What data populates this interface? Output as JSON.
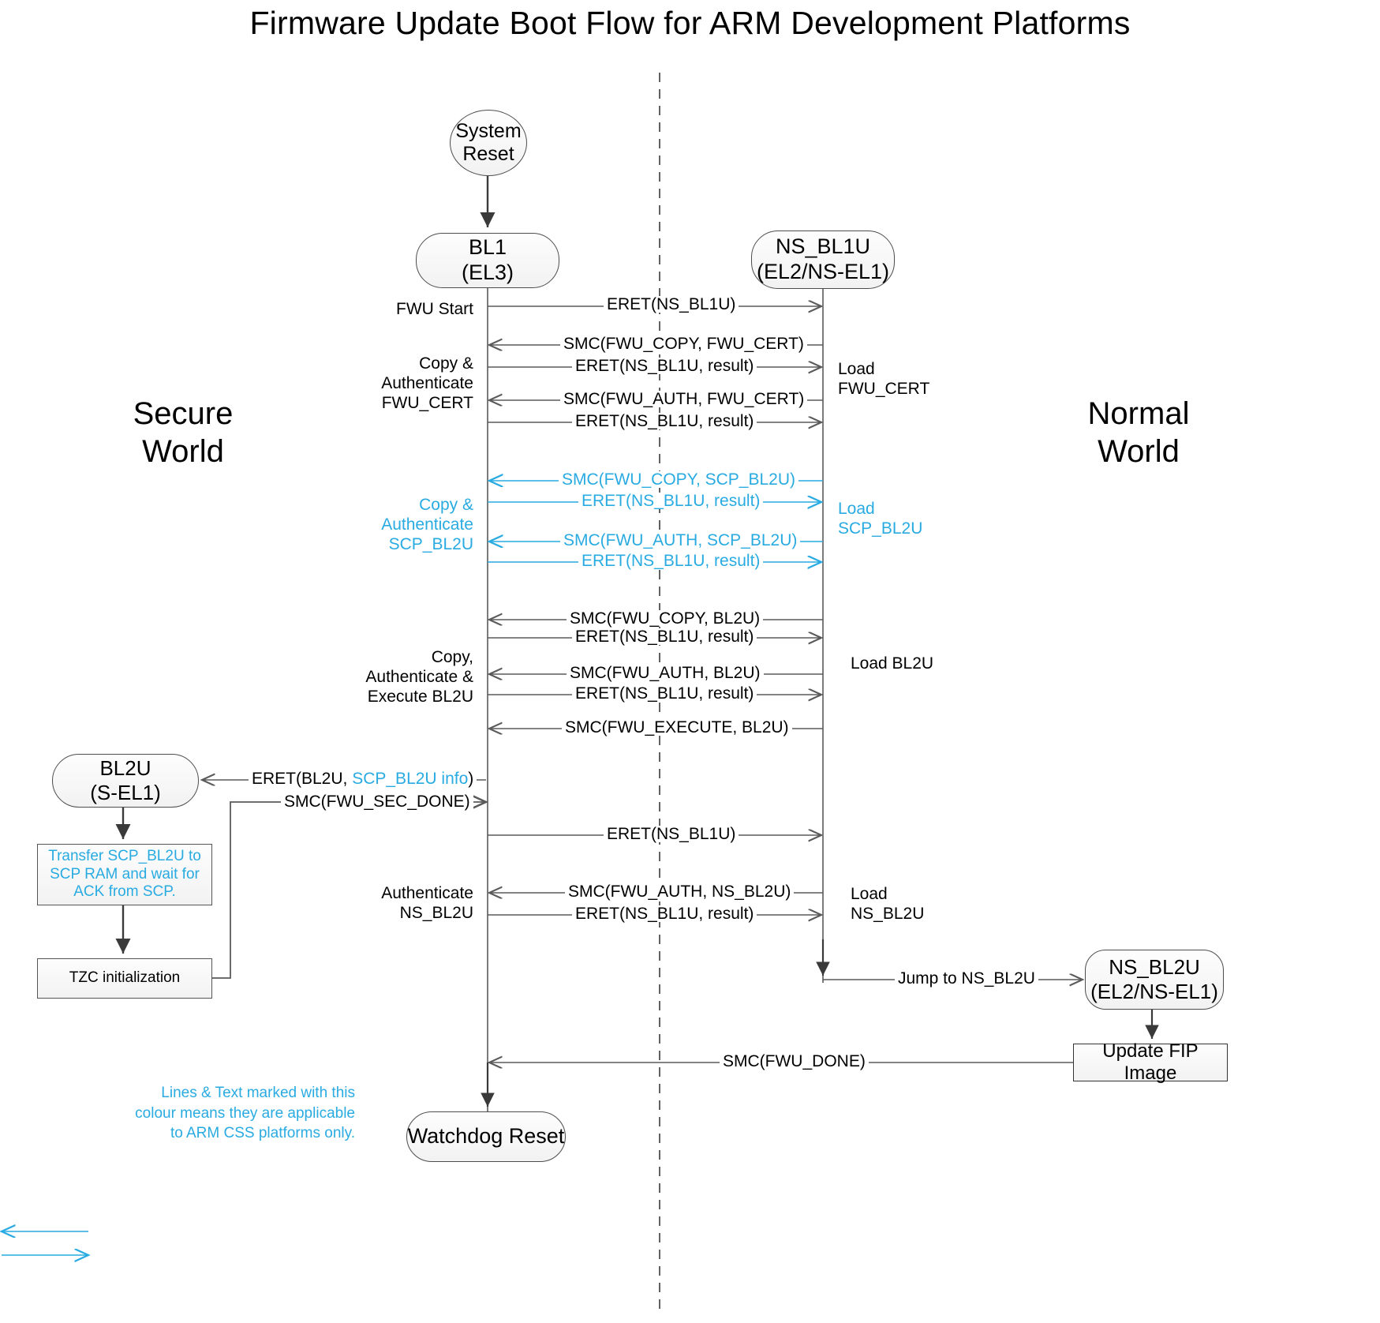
{
  "title": "Firmware Update Boot Flow for ARM Development Platforms",
  "accent_color": "#29ABE2",
  "line_color": "#5a5a5a",
  "worlds": {
    "secure": "Secure\nWorld",
    "normal": "Normal\nWorld"
  },
  "nodes": {
    "system_reset": "System\nReset",
    "bl1": "BL1\n(EL3)",
    "ns_bl1u": "NS_BL1U\n(EL2/NS-EL1)",
    "bl2u": "BL2U\n(S-EL1)",
    "ns_bl2u": "NS_BL2U\n(EL2/NS-EL1)",
    "watchdog_reset": "Watchdog Reset",
    "transfer_scp": "Transfer SCP_BL2U to\nSCP RAM and wait for\nACK from SCP.",
    "tzc_init": "TZC initialization",
    "update_fip": "Update FIP Image"
  },
  "left_labels": [
    {
      "id": "fwu-start",
      "text": "FWU Start",
      "cyan": false
    },
    {
      "id": "copy-auth-cert",
      "text": "Copy &\nAuthenticate\nFWU_CERT",
      "cyan": false
    },
    {
      "id": "copy-auth-scp",
      "text": "Copy &\nAuthenticate\nSCP_BL2U",
      "cyan": true
    },
    {
      "id": "copy-auth-bl2u",
      "text": "Copy,\nAuthenticate &\nExecute BL2U",
      "cyan": false
    },
    {
      "id": "auth-ns-bl2u",
      "text": "Authenticate\nNS_BL2U",
      "cyan": false
    }
  ],
  "right_labels": [
    {
      "id": "load-fwu-cert",
      "text": "Load\nFWU_CERT",
      "cyan": false
    },
    {
      "id": "load-scp-bl2u",
      "text": "Load\nSCP_BL2U",
      "cyan": true
    },
    {
      "id": "load-bl2u",
      "text": "Load BL2U",
      "cyan": false
    },
    {
      "id": "load-ns-bl2u",
      "text": "Load\nNS_BL2U",
      "cyan": false
    }
  ],
  "messages": [
    {
      "id": "m1",
      "text": "ERET(NS_BL1U)",
      "cyan": false,
      "dir": "right"
    },
    {
      "id": "m2",
      "text": "SMC(FWU_COPY, FWU_CERT)",
      "cyan": false,
      "dir": "left"
    },
    {
      "id": "m3",
      "text": "ERET(NS_BL1U, result)",
      "cyan": false,
      "dir": "right"
    },
    {
      "id": "m4",
      "text": "SMC(FWU_AUTH, FWU_CERT)",
      "cyan": false,
      "dir": "left"
    },
    {
      "id": "m5",
      "text": "ERET(NS_BL1U, result)",
      "cyan": false,
      "dir": "right"
    },
    {
      "id": "m6",
      "text": "SMC(FWU_COPY, SCP_BL2U)",
      "cyan": true,
      "dir": "left"
    },
    {
      "id": "m7",
      "text": "ERET(NS_BL1U, result)",
      "cyan": true,
      "dir": "right"
    },
    {
      "id": "m8",
      "text": "SMC(FWU_AUTH, SCP_BL2U)",
      "cyan": true,
      "dir": "left"
    },
    {
      "id": "m9",
      "text": "ERET(NS_BL1U, result)",
      "cyan": true,
      "dir": "right"
    },
    {
      "id": "m10",
      "text": "SMC(FWU_COPY, BL2U)",
      "cyan": false,
      "dir": "left"
    },
    {
      "id": "m11",
      "text": "ERET(NS_BL1U, result)",
      "cyan": false,
      "dir": "right"
    },
    {
      "id": "m12",
      "text": "SMC(FWU_AUTH, BL2U)",
      "cyan": false,
      "dir": "left"
    },
    {
      "id": "m13",
      "text": "ERET(NS_BL1U, result)",
      "cyan": false,
      "dir": "right"
    },
    {
      "id": "m14",
      "text": "SMC(FWU_EXECUTE, BL2U)",
      "cyan": false,
      "dir": "left"
    },
    {
      "id": "m15",
      "text": "SMC(FWU_SEC_DONE)",
      "cyan": false,
      "dir": "right"
    },
    {
      "id": "m16",
      "text": "ERET(NS_BL1U)",
      "cyan": false,
      "dir": "right"
    },
    {
      "id": "m17",
      "text": "SMC(FWU_AUTH, NS_BL2U)",
      "cyan": false,
      "dir": "left"
    },
    {
      "id": "m18",
      "text": "ERET(NS_BL1U, result)",
      "cyan": false,
      "dir": "right"
    },
    {
      "id": "m19",
      "text": "Jump to NS_BL2U",
      "cyan": false,
      "dir": "right"
    },
    {
      "id": "m20",
      "text": "SMC(FWU_DONE)",
      "cyan": false,
      "dir": "left"
    }
  ],
  "eret_bl2u": {
    "prefix": "ERET(BL2U, ",
    "accent": "SCP_BL2U info",
    "suffix": ")"
  },
  "legend": {
    "text": "Lines & Text marked with this\ncolour means they are applicable\nto ARM CSS platforms only."
  }
}
